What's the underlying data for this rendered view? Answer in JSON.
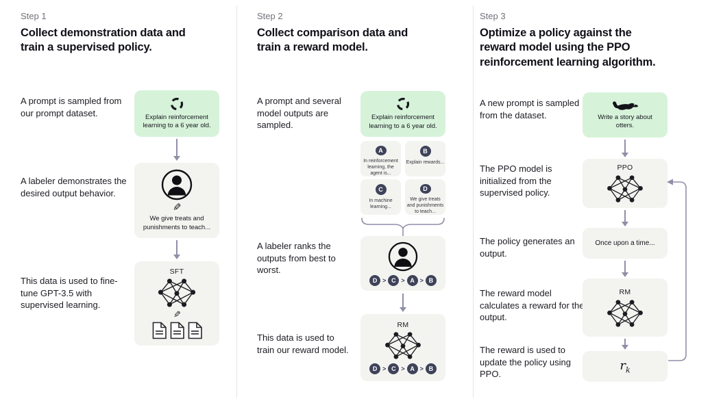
{
  "colors": {
    "background": "#ffffff",
    "green_box": "#d6f3da",
    "gray_box": "#f3f3f0",
    "chip": "#3e4359",
    "arrow": "#8f8fa8",
    "divider": "#e4e4e4",
    "step_label": "#71717a",
    "heading": "#101018",
    "body_text": "#1b1b22"
  },
  "step1": {
    "label": "Step 1",
    "title": "Collect demonstration data and train a supervised policy.",
    "captions": [
      "A prompt is sampled from our prompt dataset.",
      "A labeler demonstrates the desired output behavior.",
      "This data is used to fine-tune GPT-3.5 with supervised learning."
    ],
    "prompt_box": {
      "icon": "cycle-icon",
      "text": "Explain reinforcement learning to a 6 year old."
    },
    "labeler_box": {
      "icon": "labeler-icon",
      "text": "We give treats and punishments to teach..."
    },
    "sft_box": {
      "label": "SFT"
    }
  },
  "step2": {
    "label": "Step 2",
    "title": "Collect comparison data and train a reward model.",
    "captions": [
      "A prompt and several model outputs are sampled.",
      "A labeler ranks the outputs from best to worst.",
      "This data is used to train our reward model."
    ],
    "prompt_box": {
      "icon": "cycle-icon",
      "text": "Explain reinforcement learning to a 6 year old."
    },
    "outputs": [
      {
        "letter": "A",
        "text": "In reinforcement learning, the agent is..."
      },
      {
        "letter": "B",
        "text": "Explain rewards..."
      },
      {
        "letter": "C",
        "text": "In machine learning..."
      },
      {
        "letter": "D",
        "text": "We give treats and punishments to teach..."
      }
    ],
    "ranking": [
      "D",
      "C",
      "A",
      "B"
    ],
    "rank_sep": ">",
    "rm_box": {
      "label": "RM"
    }
  },
  "step3": {
    "label": "Step 3",
    "title": "Optimize a policy against the reward model using the PPO reinforcement learning algorithm.",
    "captions": [
      "A new prompt is sampled from the dataset.",
      "The PPO model is initialized from the supervised policy.",
      "The policy generates an output.",
      "The reward model calculates a reward for the output.",
      "The reward is used to update the policy using PPO."
    ],
    "prompt_box": {
      "icon": "otter-icon",
      "text": "Write a story about otters."
    },
    "ppo_box": {
      "label": "PPO"
    },
    "output_box": {
      "text": "Once upon a time..."
    },
    "rm_box": {
      "label": "RM"
    },
    "reward_box": {
      "base": "r",
      "sub": "k"
    }
  }
}
